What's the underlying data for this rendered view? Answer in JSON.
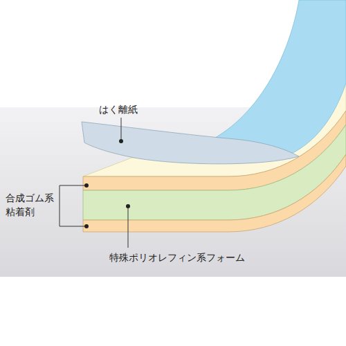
{
  "diagram": {
    "labels": [
      "はく離紙",
      "合成ゴム系 粘着剤",
      "特殊ポリオレフィン系フォーム"
    ]
  }
}
